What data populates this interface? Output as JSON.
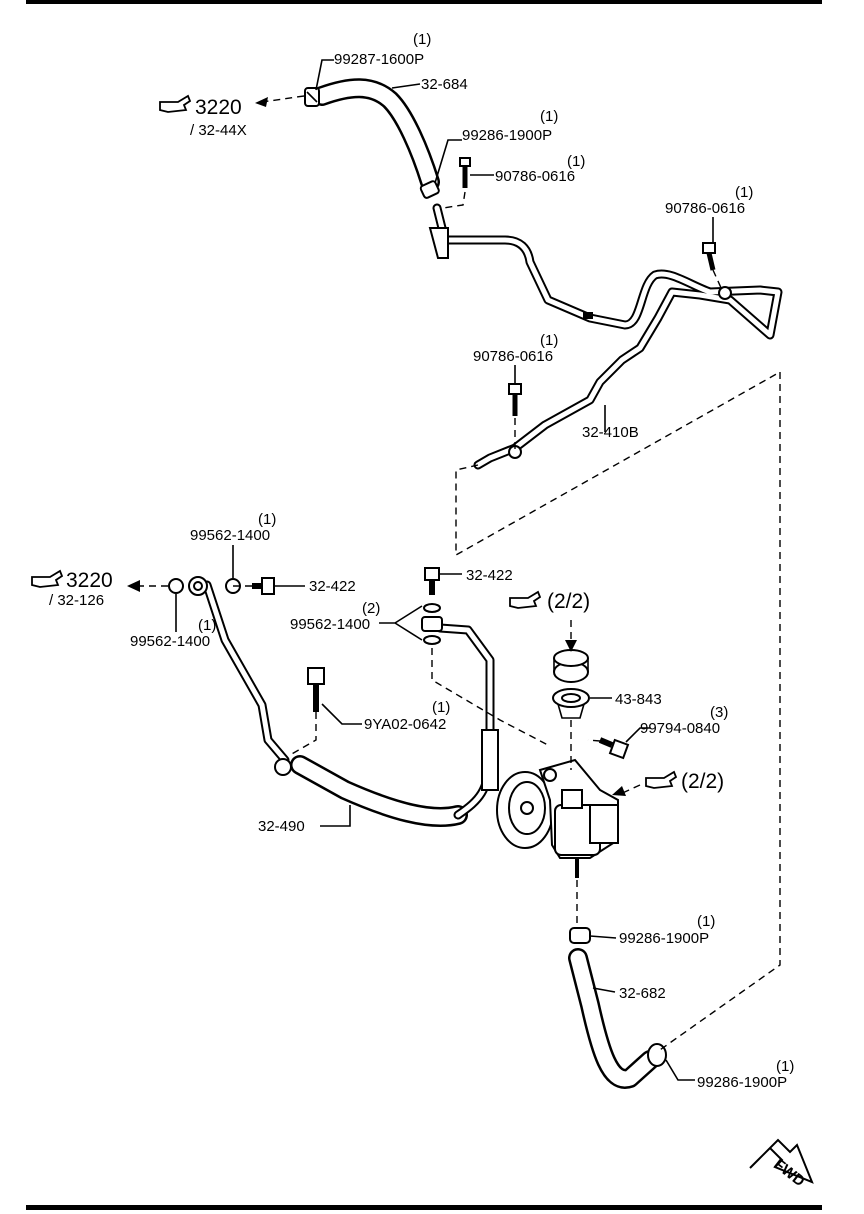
{
  "labels": {
    "l_99287": "99287-1600P",
    "q_99287": "(1)",
    "l_32684": "32-684",
    "ref_top_num": "3220",
    "ref_top_sub": "/ 32-44X",
    "l_99286_a": "99286-1900P",
    "q_99286_a": "(1)",
    "l_90786_a": "90786-0616",
    "q_90786_a": "(1)",
    "l_90786_b": "90786-0616",
    "q_90786_b": "(1)",
    "l_90786_c": "90786-0616",
    "q_90786_c": "(1)",
    "l_32410b": "32-410B",
    "l_99562_top": "99562-1400",
    "q_99562_top": "(1)",
    "ref_left_num": "3220",
    "ref_left_sub": "/ 32-126",
    "l_32422_a": "32-422",
    "l_32422_b": "32-422",
    "l_99562_left": "99562-1400",
    "q_99562_left": "(1)",
    "l_99562_mid": "99562-1400",
    "q_99562_mid": "(2)",
    "ref_cap": "(2/2)",
    "l_43843": "43-843",
    "l_99794": "99794-0840",
    "q_99794": "(3)",
    "ref_pump": "(2/2)",
    "l_9ya02": "9YA02-0642",
    "q_9ya02": "(1)",
    "l_32490": "32-490",
    "l_99286_b": "99286-1900P",
    "q_99286_b": "(1)",
    "l_32682": "32-682",
    "l_99286_c": "99286-1900P",
    "q_99286_c": "(1)",
    "fwd": "FWD"
  },
  "icons": {
    "reference": "pointing-hand-icon",
    "direction": "forward-arrow-icon"
  },
  "colors": {
    "ink": "#000000",
    "paper": "#ffffff"
  }
}
